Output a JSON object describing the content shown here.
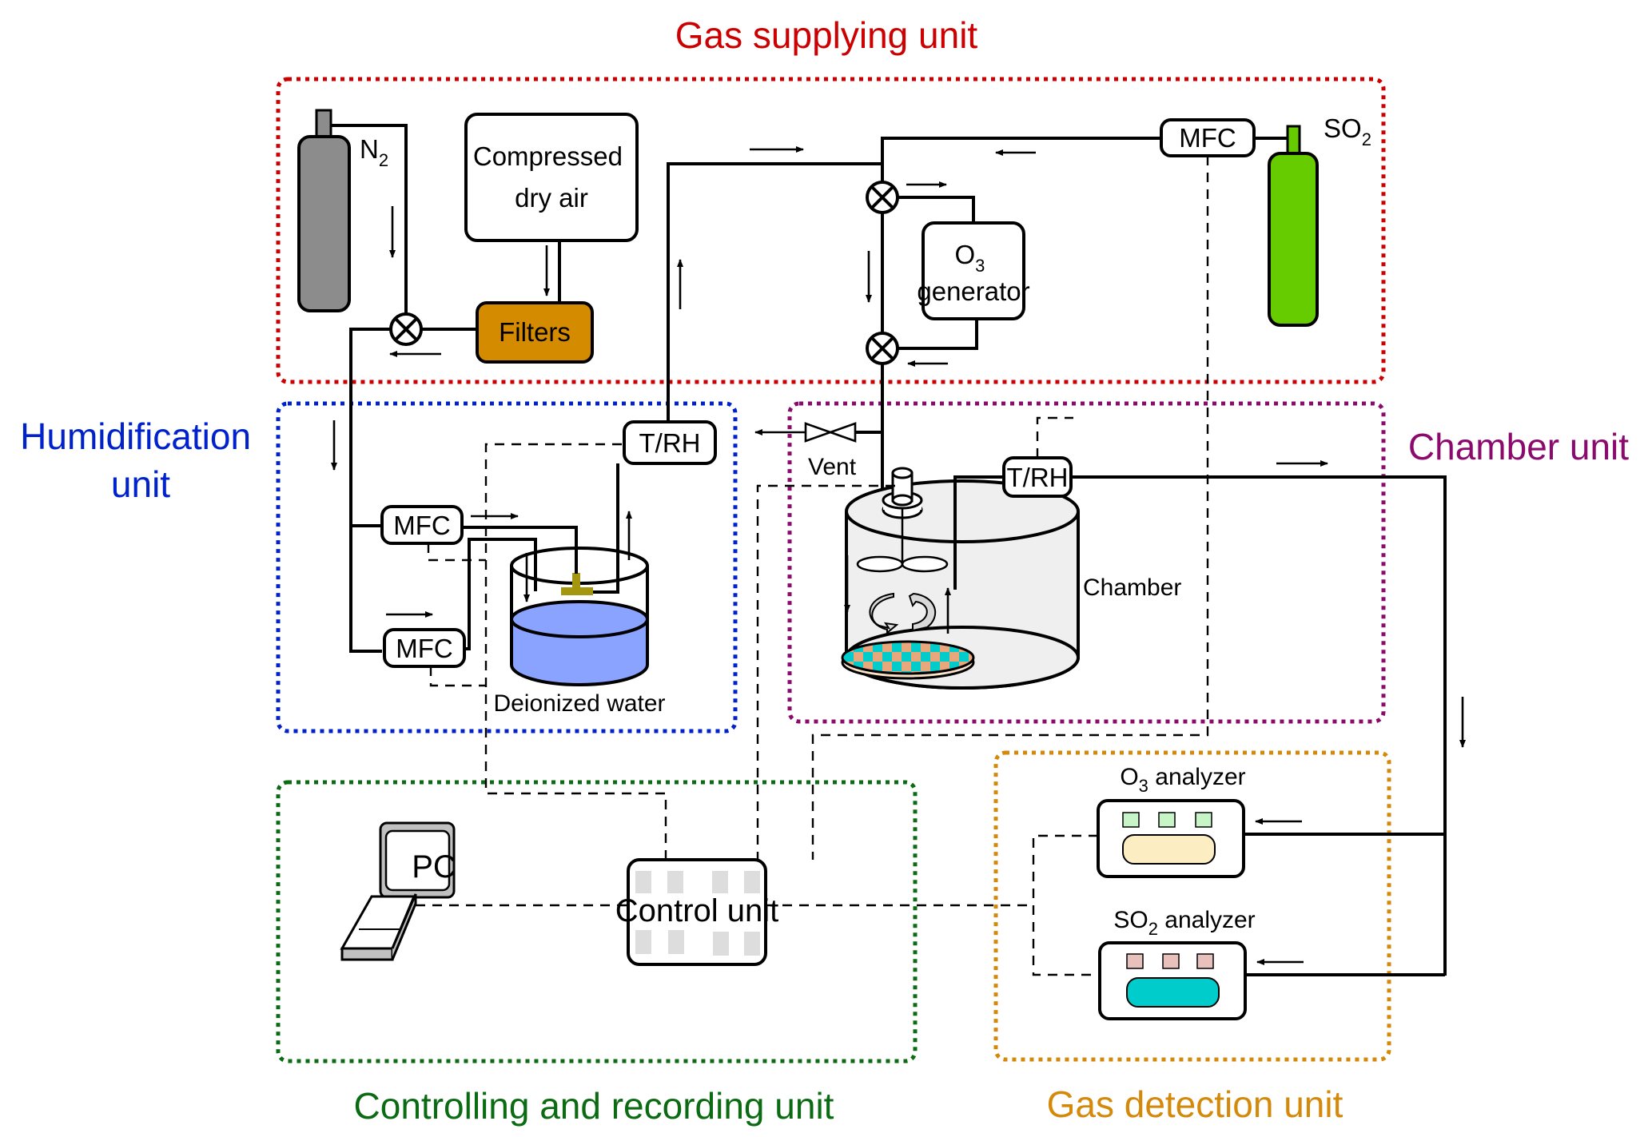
{
  "units": {
    "gas_supplying": {
      "title": "Gas supplying unit",
      "color": "#cc0000"
    },
    "humidification": {
      "title_line1": "Humidification",
      "title_line2": "unit",
      "color": "#0022cc"
    },
    "chamber": {
      "title": "Chamber unit",
      "color": "#8b0a6e"
    },
    "controlling": {
      "title": "Controlling and recording unit",
      "color": "#0b6b12"
    },
    "gas_detection": {
      "title": "Gas detection unit",
      "color": "#d4890a"
    }
  },
  "components": {
    "n2_cylinder": {
      "label": "N",
      "sub": "2",
      "color": "#8c8c8c"
    },
    "compressed_air": {
      "line1": "Compressed",
      "line2": "dry air"
    },
    "filters": {
      "label": "Filters",
      "color": "#d48b00"
    },
    "so2_cylinder": {
      "label": "SO",
      "sub": "2",
      "color": "#66cc00"
    },
    "mfc_so2": {
      "label": "MFC"
    },
    "o3_generator": {
      "line1_main": "O",
      "line1_sub": "3",
      "line2": "generator"
    },
    "trh_humid": {
      "label": "T/RH"
    },
    "mfc_humid_top": {
      "label": "MFC"
    },
    "mfc_humid_bottom": {
      "label": "MFC"
    },
    "water": {
      "label": "Deionized water",
      "color": "#8aa3ff"
    },
    "vent": {
      "label": "Vent"
    },
    "trh_chamber": {
      "label": "T/RH"
    },
    "chamber": {
      "label": "Chamber",
      "fill": "#efefef"
    },
    "pc": {
      "label": "PC"
    },
    "control_unit": {
      "label": "Control unit"
    },
    "o3_analyzer": {
      "main": "O",
      "sub": "3",
      "rest": " analyzer",
      "led_color": "#c8f5c8",
      "display_color": "#fdedc2"
    },
    "so2_analyzer": {
      "main": "SO",
      "sub": "2",
      "rest": " analyzer",
      "led_color": "#e8c0bc",
      "display_color": "#00cccc"
    }
  }
}
